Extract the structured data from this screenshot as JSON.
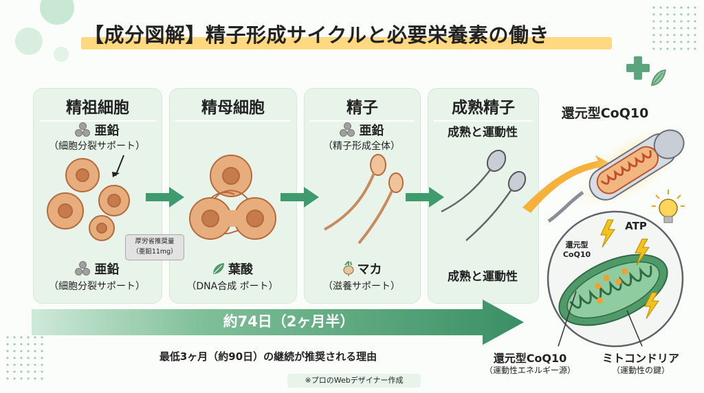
{
  "title": "【成分図解】精子形成サイクルと必要栄養素の働き",
  "stages": [
    {
      "title": "精祖細胞",
      "top_nutrient": "亜鉛",
      "top_sub": "（細胞分裂サポート）",
      "bottom_nutrient": "亜鉛",
      "bottom_sub": "（細胞分裂サポート）"
    },
    {
      "title": "精母細胞",
      "bottom_nutrient": "葉酸",
      "bottom_sub": "（DNA合成 ポート）"
    },
    {
      "title": "精子",
      "top_nutrient": "亜鉛",
      "top_sub": "（精子形成全体）",
      "bottom_nutrient": "マカ",
      "bottom_sub": "（滋養サポート）"
    },
    {
      "title": "成熟精子",
      "top_text": "成熟と運動性",
      "bottom_text": "成熟と運動性"
    }
  ],
  "callout": {
    "line1": "厚労省推奨量",
    "line2": "（亜鉛11mg）"
  },
  "mito": {
    "top_label": "還元型CoQ10",
    "atp": "ATP",
    "inner_label": "還元型\nCoQ10",
    "coq10_label": "還元型CoQ10",
    "coq10_sub": "（運動性エネルギー源）",
    "mito_label": "ミトコンドリア",
    "mito_sub": "（運動性の鍵）"
  },
  "duration": "約74日（2ヶ月半）",
  "reason": "最低3ヶ月（約90日）の継続が推奨される理由",
  "credit": "※プロのWebデザイナー作成",
  "colors": {
    "panel": "#e8f4ea",
    "arrow_green": "#3f9a6e",
    "title_highlight": "#ffd880",
    "cell_fill": "#e3a574",
    "mito_green": "#4f9a68"
  }
}
